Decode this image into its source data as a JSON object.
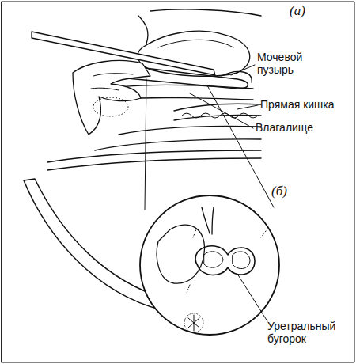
{
  "diagram": {
    "labels": [
      "(а)",
      "Мочевой пузырь",
      "Прямая кишка",
      "Влагалище",
      "(б)",
      "Уретральный бугорок"
    ]
  }
}
